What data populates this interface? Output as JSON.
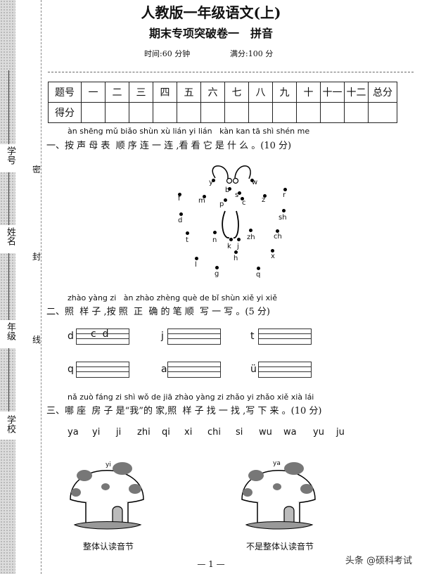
{
  "title": "人教版一年级语文(上)",
  "subtitle": "期末专项突破卷一　拼音",
  "time": "时间:60 分钟",
  "full_score": "满分:100 分",
  "binding": {
    "student_no": "学号",
    "name": "姓名",
    "grade": "年级",
    "school": "学校",
    "mi": "密",
    "feng": "封",
    "xian": "线"
  },
  "score_table": {
    "row1_label": "题号",
    "nums": [
      "一",
      "二",
      "三",
      "四",
      "五",
      "六",
      "七",
      "八",
      "九",
      "十",
      "十一",
      "十二"
    ],
    "total": "总分",
    "row2_label": "得分"
  },
  "q1": {
    "pinyin": "àn shēng mǔ biǎo shùn xù lián yi lián   kàn kan tā shì shén me",
    "text": "一、按 声 母 表  顺 序 连 一 连 ,看 看 它 是 什 么 。(10 分)",
    "dots": [
      "y",
      "w",
      "b",
      "s",
      "p",
      "c",
      "f",
      "m",
      "z",
      "r",
      "d",
      "sh",
      "t",
      "n",
      "zh",
      "ch",
      "k",
      "j",
      "l",
      "h",
      "x",
      "g",
      "q"
    ]
  },
  "q2": {
    "pinyin": "zhào yàng zi   àn zhào zhèng què de bǐ shùn xiě yi xiě",
    "text": "二、照  样 子 ,按 照  正  确 的 笔 顺  写 一 写 。(5 分)",
    "letters": [
      "d",
      "j",
      "t",
      "q",
      "a",
      "ü"
    ],
    "example": "c  d"
  },
  "q3": {
    "pinyin": "nǎ zuò fáng zi shì wǒ de jiā zhào yàng zi zhǎo yi zhǎo xiě xià lái",
    "text": "三、哪 座  房 子 是“我”的 家,照  样 子 找 一 找 ,写 下 来 。(10 分)",
    "syllables": [
      "ya",
      "yi",
      "ji",
      "zhi",
      "qi",
      "xi",
      "chi",
      "si",
      "wu",
      "wa",
      "yu",
      "ju"
    ],
    "house1_label": "yi",
    "house2_label": "ya",
    "caption1": "整体认读音节",
    "caption2": "不是整体认读音节"
  },
  "page_no": "— 1 —",
  "watermark": "头条 @硕科考试"
}
